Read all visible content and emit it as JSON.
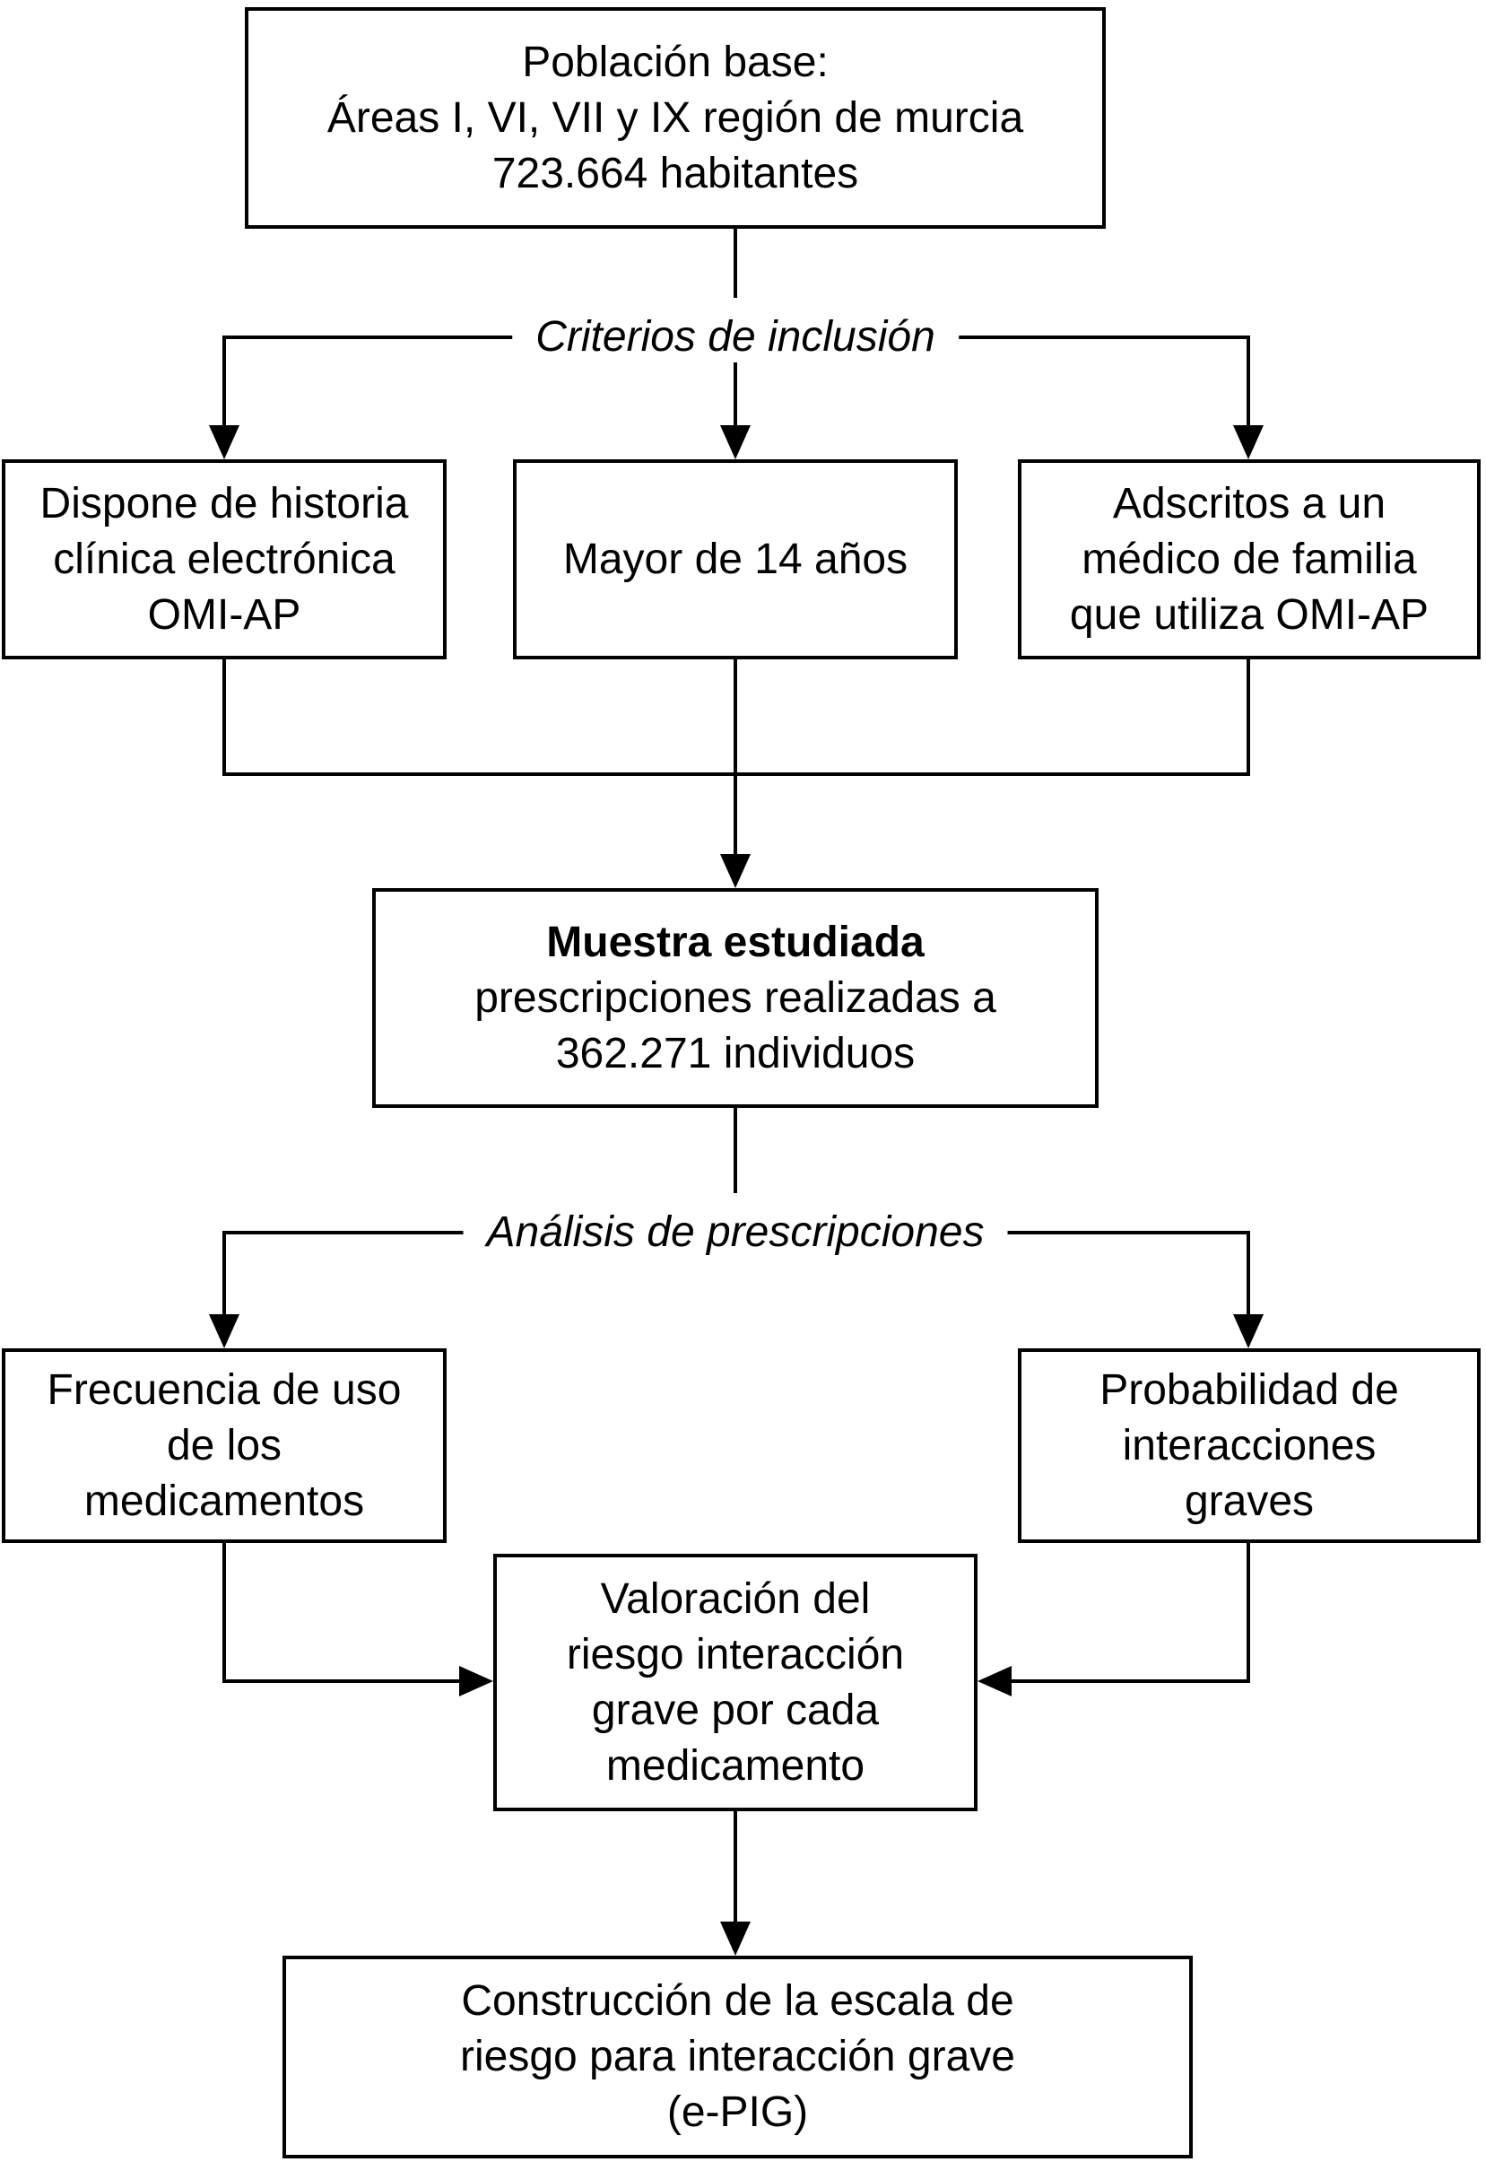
{
  "figure": {
    "type": "flowchart",
    "background": "#ffffff",
    "ink": "#000000",
    "nodes": {
      "population": {
        "lines": [
          "Población base:",
          "Áreas I, VI, VII y IX región de murcia",
          "723.664 habitantes"
        ]
      },
      "criterion_emr": {
        "lines": [
          "Dispone de historia",
          "clínica electrónica",
          "OMI-AP"
        ]
      },
      "criterion_age": {
        "lines": [
          "Mayor de 14 años"
        ]
      },
      "criterion_assigned": {
        "lines": [
          "Adscritos a un",
          "médico de familia",
          "que utiliza OMI-AP"
        ]
      },
      "sample": {
        "title": "Muestra estudiada",
        "lines": [
          "prescripciones realizadas a",
          "362.271 individuos"
        ]
      },
      "frequency": {
        "lines": [
          "Frecuencia de uso",
          "de los",
          "medicamentos"
        ]
      },
      "probability": {
        "lines": [
          "Probabilidad de",
          "interacciones",
          "graves"
        ]
      },
      "assessment": {
        "lines": [
          "Valoración del",
          "riesgo interacción",
          "grave por cada",
          "medicamento"
        ]
      },
      "scale": {
        "lines": [
          "Construcción de la escala de",
          "riesgo para interacción grave",
          "(e-PIG)"
        ]
      }
    },
    "labels": {
      "inclusion": "Criterios de inclusión",
      "analysis": "Análisis de prescripciones"
    }
  }
}
